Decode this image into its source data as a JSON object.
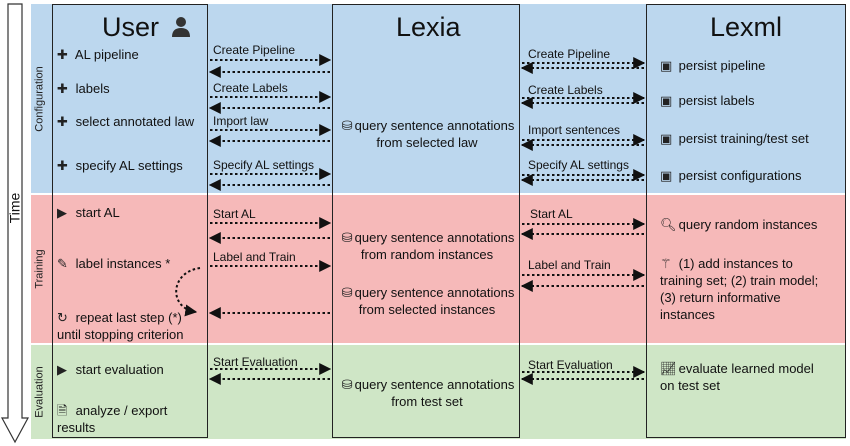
{
  "time_label": "Time",
  "phases": {
    "configuration": "Configuration",
    "training": "Training",
    "evaluation": "Evaluation"
  },
  "columns": {
    "user": "User",
    "lexia": "Lexia",
    "lexml": "Lexml"
  },
  "user": {
    "al_pipeline": "AL pipeline",
    "labels": "labels",
    "select_law": "select annotated law",
    "specify_settings": "specify AL settings",
    "start_al": "start AL",
    "label_instances": "label instances *",
    "repeat_1": "repeat last step (*)",
    "repeat_2": "until stopping criterion",
    "start_evaluation": "start evaluation",
    "analyze_1": "analyze / export",
    "analyze_2": "results"
  },
  "lexia": {
    "query_law_1": "query sentence annotations",
    "query_law_2": "from selected law",
    "query_random_1": "query sentence annotations",
    "query_random_2": "from random instances",
    "query_selected_1": "query sentence annotations",
    "query_selected_2": "from selected instances",
    "query_test_1": "query sentence annotations",
    "query_test_2": "from test set"
  },
  "lexml": {
    "persist_pipeline": "persist pipeline",
    "persist_labels": "persist labels",
    "persist_split": "persist training/test set",
    "persist_config": "persist configurations",
    "query_random": "query random instances",
    "train_1": "(1) add instances to",
    "train_2": "training set; (2) train model;",
    "train_3": "(3) return informative",
    "train_4": "instances",
    "evaluate_1": "evaluate learned model",
    "evaluate_2": "on test set"
  },
  "arrows_left": {
    "create_pipeline": "Create Pipeline",
    "create_labels": "Create Labels",
    "import_law": "Import law",
    "specify_settings": "Specify AL settings",
    "start_al": "Start AL",
    "label_train": "Label and Train",
    "start_evaluation": "Start Evaluation"
  },
  "arrows_right": {
    "create_pipeline": "Create Pipeline",
    "create_labels": "Create Labels",
    "import_sentences": "Import sentences",
    "specify_settings": "Specify AL settings",
    "start_al": "Start AL",
    "label_train": "Label and Train",
    "start_evaluation": "Start Evaluation"
  },
  "icons": {
    "user": "user-icon",
    "plus": "plus-icon",
    "database": "database-icon",
    "save": "save-icon",
    "play": "play-icon",
    "edit": "edit-icon",
    "redo": "redo-icon",
    "file": "file-icon",
    "search": "search-icon",
    "wand": "wand-icon",
    "chart": "line-chart-icon"
  },
  "colors": {
    "configuration": "#bcd7ee",
    "training": "#f6b9b9",
    "evaluation": "#cfe6c6"
  }
}
